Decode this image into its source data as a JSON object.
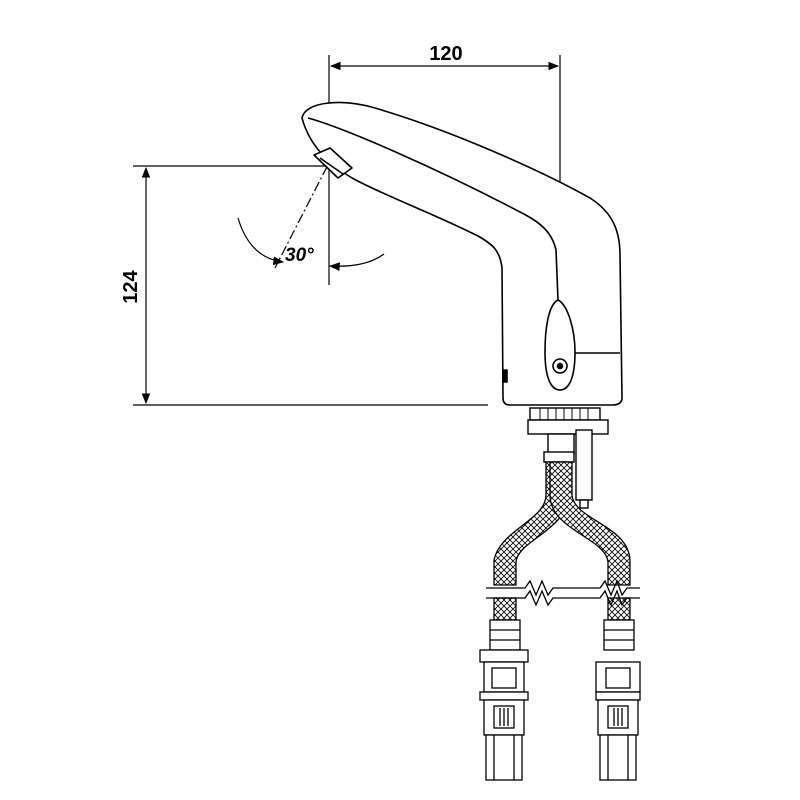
{
  "dimensions": {
    "width_label": "120",
    "height_label": "124",
    "angle_label": "30°"
  },
  "colors": {
    "line": "#000000",
    "background": "#ffffff",
    "hose_fill": "#d9d9d9"
  }
}
